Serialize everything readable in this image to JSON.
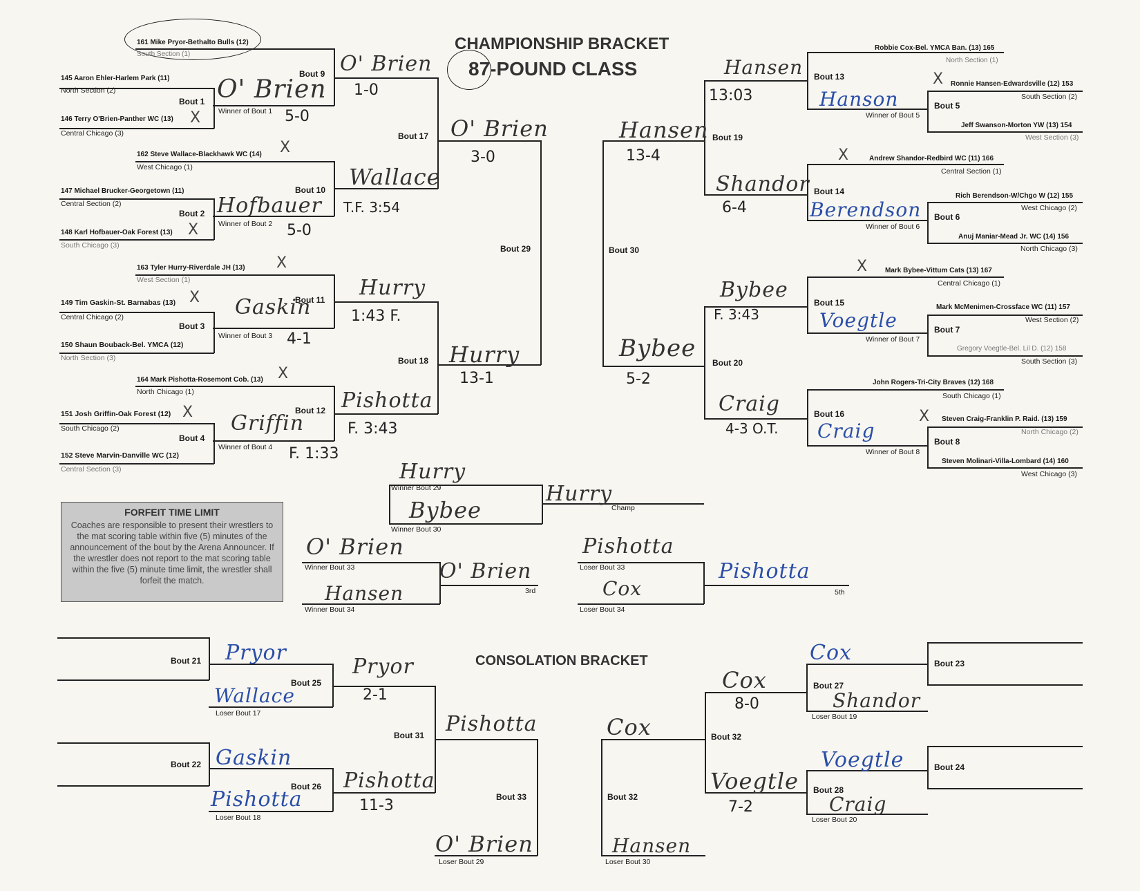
{
  "header": {
    "title_line1": "CHAMPIONSHIP BRACKET",
    "title_line2": "87-POUND CLASS",
    "consolation_title": "CONSOLATION BRACKET"
  },
  "wrestlers": {
    "w161": {
      "name": "161 Mike Pryor-Bethalto Bulls (12)",
      "section": "South Section (1)"
    },
    "w145": {
      "name": "145 Aaron Ehler-Harlem Park (11)",
      "section": "North Section (2)"
    },
    "w146": {
      "name": "146 Terry O'Brien-Panther WC (13)",
      "section": "Central Chicago (3)"
    },
    "w162": {
      "name": "162 Steve Wallace-Blackhawk WC (14)",
      "section": "West Chicago (1)"
    },
    "w147": {
      "name": "147 Michael Brucker-Georgetown (11)",
      "section": "Central Section (2)"
    },
    "w148": {
      "name": "148 Karl Hofbauer-Oak Forest (13)",
      "section": "South Chicago (3)"
    },
    "w163": {
      "name": "163 Tyler Hurry-Riverdale JH (13)",
      "section": "West Section (1)"
    },
    "w149": {
      "name": "149 Tim Gaskin-St. Barnabas (13)",
      "section": "Central Chicago (2)"
    },
    "w150": {
      "name": "150 Shaun Bouback-Bel. YMCA (12)",
      "section": "North Section (3)"
    },
    "w164": {
      "name": "164 Mark Pishotta-Rosemont Cob. (13)",
      "section": "North Chicago (1)"
    },
    "w151": {
      "name": "151 Josh Griffin-Oak Forest (12)",
      "section": "South Chicago (2)"
    },
    "w152": {
      "name": "152 Steve Marvin-Danville WC (12)",
      "section": "Central Section (3)"
    },
    "w165": {
      "name": "Robbie Cox-Bel. YMCA Ban. (13) 165",
      "section": "North Section (1)"
    },
    "w153": {
      "name": "Ronnie Hansen-Edwardsville (12) 153",
      "section": "South Section (2)"
    },
    "w154": {
      "name": "Jeff Swanson-Morton YW (13) 154",
      "section": "West Section (3)"
    },
    "w166": {
      "name": "Andrew Shandor-Redbird WC (11) 166",
      "section": "Central Section (1)"
    },
    "w155": {
      "name": "Rich Berendson-W/Chgo W (12) 155",
      "section": "West Chicago (2)"
    },
    "w156": {
      "name": "Anuj Maniar-Mead Jr. WC (14) 156",
      "section": "North Chicago (3)"
    },
    "w167": {
      "name": "Mark Bybee-Vittum Cats (13) 167",
      "section": "Central Chicago (1)"
    },
    "w157": {
      "name": "Mark McMenimen-Crossface WC (11) 157",
      "section": "West Section (2)"
    },
    "w158": {
      "name": "Gregory Voegtle-Bel. Lil D. (12) 158",
      "section": "South Section (3)"
    },
    "w168": {
      "name": "John Rogers-Tri-City Braves (12) 168",
      "section": "South Chicago (1)"
    },
    "w159": {
      "name": "Steven Craig-Franklin P. Raid. (13) 159",
      "section": "North Chicago (2)"
    },
    "w160": {
      "name": "Steven Molinari-Villa-Lombard (14) 160",
      "section": "West Chicago (3)"
    }
  },
  "bouts": {
    "b1": "Bout 1",
    "b2": "Bout 2",
    "b3": "Bout 3",
    "b4": "Bout 4",
    "b5": "Bout 5",
    "b6": "Bout 6",
    "b7": "Bout 7",
    "b8": "Bout 8",
    "b9": "Bout 9",
    "b10": "Bout 10",
    "b11": "Bout 11",
    "b12": "Bout 12",
    "b13": "Bout 13",
    "b14": "Bout 14",
    "b15": "Bout 15",
    "b16": "Bout 16",
    "b17": "Bout 17",
    "b18": "Bout 18",
    "b19": "Bout 19",
    "b20": "Bout 20",
    "b21": "Bout 21",
    "b22": "Bout 22",
    "b23": "Bout 23",
    "b24": "Bout 24",
    "b25": "Bout 25",
    "b26": "Bout 26",
    "b27": "Bout 27",
    "b28": "Bout 28",
    "b29": "Bout 29",
    "b30": "Bout 30",
    "b31": "Bout 31",
    "b32": "Bout 32",
    "b33": "Bout 33",
    "b32b": "Bout 32"
  },
  "captions": {
    "wb1": "Winner of Bout 1",
    "wb2": "Winner of Bout 2",
    "wb3": "Winner of Bout 3",
    "wb4": "Winner of Bout 4",
    "wb5": "Winner of Bout 5",
    "wb6": "Winner of Bout 6",
    "wb7": "Winner of Bout 7",
    "wb8": "Winner of Bout 8",
    "wb29": "Winner Bout 29",
    "wb30": "Winner Bout 30",
    "champ": "Champ",
    "wb33": "Winner Bout 33",
    "wb34": "Winner Bout 34",
    "third": "3rd",
    "lb33": "Loser Bout 33",
    "lb34": "Loser Bout 34",
    "fifth": "5th",
    "lb17": "Loser Bout 17",
    "lb18": "Loser Bout 18",
    "lb19": "Loser Bout 19",
    "lb20": "Loser Bout 20",
    "lb29": "Loser Bout 29",
    "lb30": "Loser Bout 30"
  },
  "forfeit": {
    "title": "FORFEIT TIME LIMIT",
    "text": "Coaches are responsible to present their wrestlers to the mat scoring table within five (5) minutes of the announcement of the bout by the Arena Announcer. If the wrestler does not report to the mat scoring table within the five (5) minute time limit, the wrestler shall forfeit the match."
  },
  "handwritten": {
    "b9_name": "O' Brien",
    "b9_score": "1-0",
    "b1_name": "O' Brien",
    "b1_score": "5-0",
    "b10_name": "Wallace",
    "b10_score": "T.F. 3:54",
    "b2_name": "Hofbauer",
    "b2_score": "5-0",
    "b11_name": "Hurry",
    "b11_score": "1:43 F.",
    "b3_name": "Gaskin",
    "b3_score": "4-1",
    "b12_name": "Pishotta",
    "b12_score": "F. 3:43",
    "b4_name": "Griffin",
    "b4_score": "F. 1:33",
    "b17_name": "O' Brien",
    "b17_score": "3-0",
    "b18_name": "Hurry",
    "b18_score": "13-1",
    "b19_name": "Hansen",
    "b19_score": "13-4",
    "b13_name": "Hansen",
    "b13_score": "13:03",
    "b5_name": "Hanson",
    "b14_name": "Shandor",
    "b14_score": "6-4",
    "b6_name": "Berendson",
    "b20_name": "Bybee",
    "b20_score": "5-2",
    "b15_name": "Bybee",
    "b15_score": "F. 3:43",
    "b7_name": "Voegtle",
    "b16_name": "Craig",
    "b16_score": "4-3 O.T.",
    "b8_name": "Craig",
    "final_top": "Hurry",
    "final_bottom": "Bybee",
    "champ": "Hurry",
    "third_top": "O' Brien",
    "third_bottom": "Hansen",
    "third_winner": "O' Brien",
    "fifth_top": "Pishotta",
    "fifth_bottom": "Cox",
    "fifth_winner": "Pishotta",
    "c21": "Pryor",
    "c17l": "Wallace",
    "c25": "Pryor",
    "c25_score": "2-1",
    "c22": "Gaskin",
    "c18l": "Pishotta",
    "c26": "Pishotta",
    "c26_score": "11-3",
    "c31": "Pishotta",
    "c29l": "O' Brien",
    "c32a": "Cox",
    "c30l": "Hansen",
    "c23": "Cox",
    "c19l": "Shandor",
    "c27": "Cox",
    "c27_score": "8-0",
    "c24": "Voegtle",
    "c20l": "Craig",
    "c28": "Voegtle",
    "c28_score": "7-2"
  }
}
